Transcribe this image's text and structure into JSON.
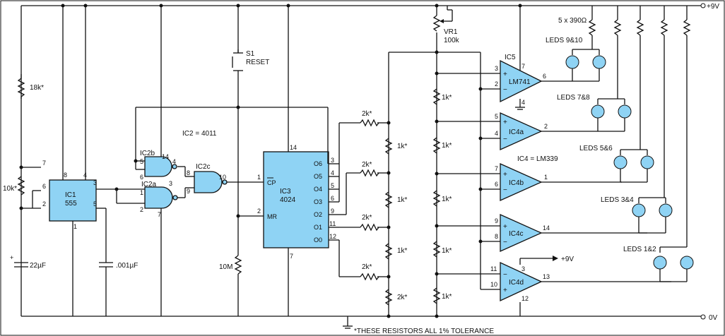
{
  "rails": {
    "plus": "+9V",
    "zero": "0V"
  },
  "ic1": {
    "name": "IC1",
    "part": "555",
    "r_top": "18k*",
    "r_mid": "10k*",
    "c_timing": "22µF",
    "c_control": ".001µF"
  },
  "ic2": {
    "part": "IC2 = 4011",
    "gate_a": "IC2a",
    "gate_b": "IC2b",
    "gate_c": "IC2c"
  },
  "reset": {
    "switch_name": "S1",
    "switch_label": "RESET",
    "resistor": "10M"
  },
  "ic3": {
    "name": "IC3",
    "part": "4024",
    "cp": "CP",
    "mr": "MR",
    "outputs": [
      "O6",
      "O5",
      "O4",
      "O3",
      "O2",
      "O1",
      "O0"
    ]
  },
  "ladder": {
    "series": [
      "2k*",
      "2k*",
      "2k*",
      "2k*"
    ],
    "shunt": [
      "1k*",
      "1k*",
      "1k*",
      "2k*"
    ]
  },
  "vr1": {
    "name": "VR1",
    "value": "100k"
  },
  "divider": [
    "1k*",
    "1k*",
    "1k*",
    "1k*",
    "1k*"
  ],
  "comparators": [
    {
      "name": "IC5",
      "part": "LM741"
    },
    {
      "name": "IC4a"
    },
    {
      "name": "IC4b"
    },
    {
      "name": "IC4c"
    },
    {
      "name": "IC4d"
    }
  ],
  "ic4_part": "IC4 = LM339",
  "supply_note": "+9V",
  "leds": {
    "resistors": "5 x 390Ω",
    "groups": [
      "LEDS 9&10",
      "LEDS 7&8",
      "LEDS 5&6",
      "LEDS 3&4",
      "LEDS 1&2"
    ]
  },
  "footnote": "*THESE RESISTORS ALL 1% TOLERANCE"
}
